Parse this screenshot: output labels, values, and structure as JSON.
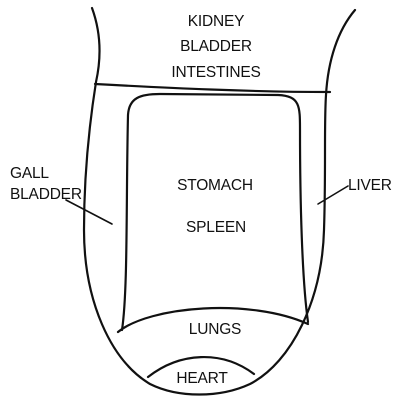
{
  "labels": {
    "kidney": "KIDNEY",
    "bladder": "BLADDER",
    "intestines": "INTESTINES",
    "gall": "GALL",
    "gall_bladder": "BLADDER",
    "liver": "LIVER",
    "stomach": "STOMACH",
    "spleen": "SPLEEN",
    "lungs": "LUNGS",
    "heart": "HEART"
  }
}
